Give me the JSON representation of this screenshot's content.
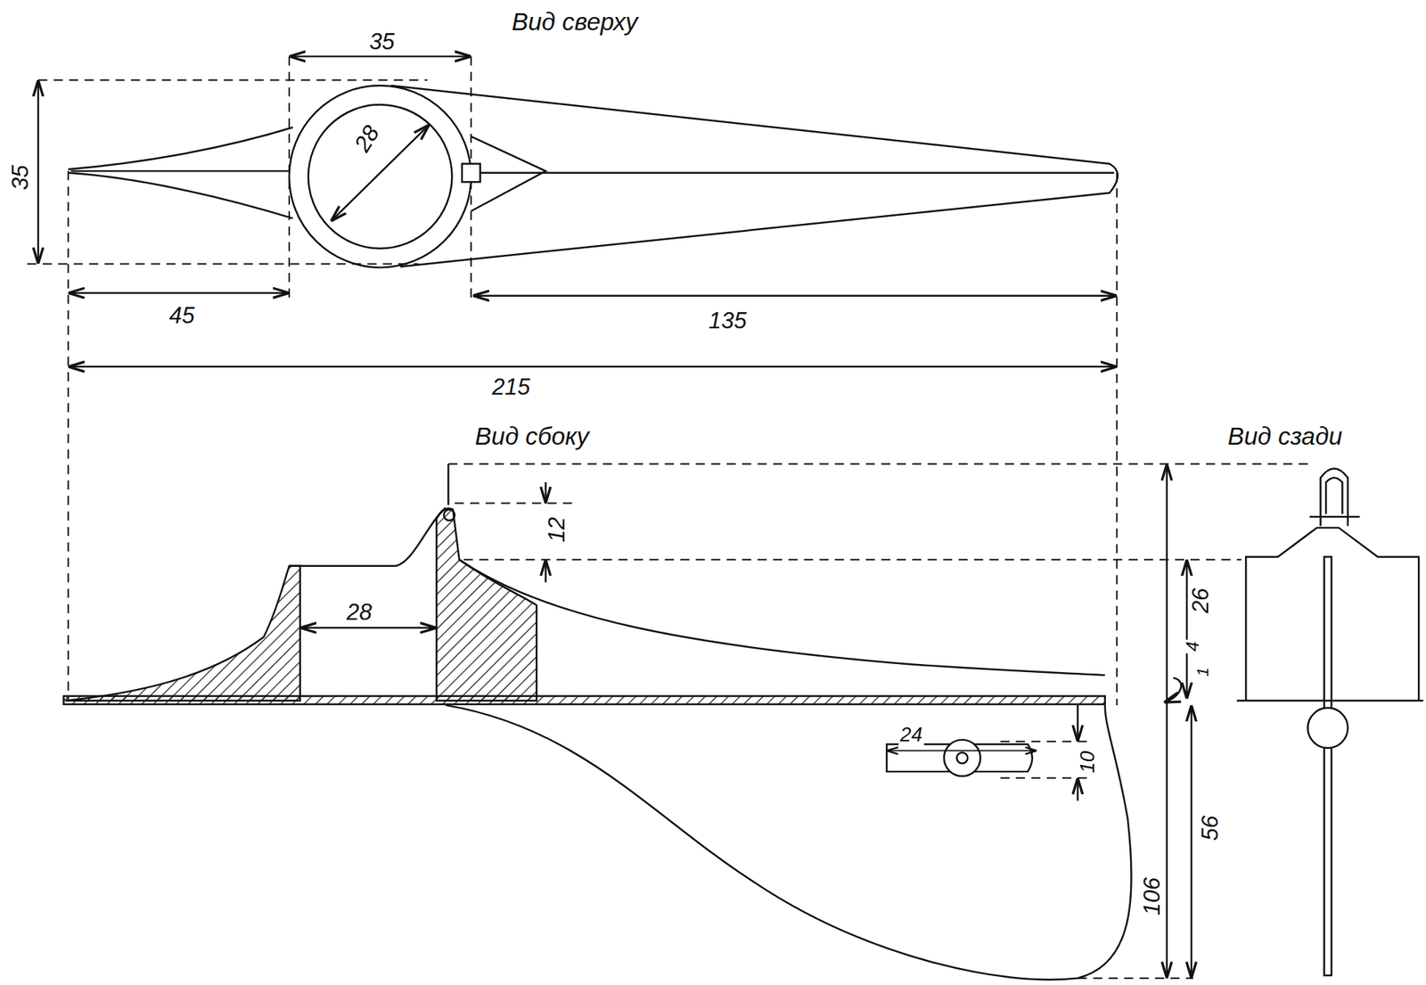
{
  "diagram": {
    "labels": [
      "Вид сверху",
      "35",
      "35",
      "28",
      "45",
      "135",
      "215",
      "Вид сбоку",
      "28",
      "12",
      "4",
      "26",
      "1",
      "24",
      "10",
      "106",
      "56",
      "Вид сзади"
    ]
  }
}
